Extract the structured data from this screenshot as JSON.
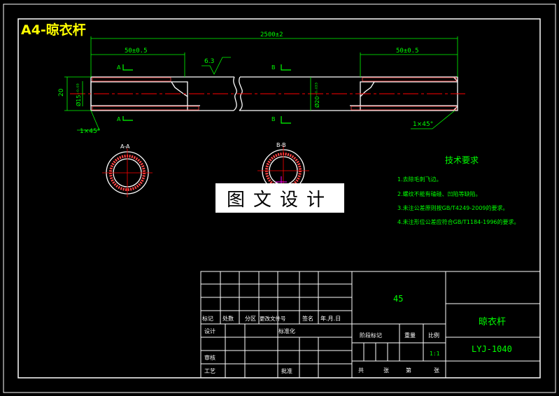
{
  "header": {
    "title": "A4-晾衣杆"
  },
  "dimensions": {
    "overall_length": "2500±2",
    "left_thread_length": "50±0.5",
    "right_thread_length": "50±0.5",
    "roughness": "6.3",
    "left_height": "20",
    "left_diameter": "Ø15⁻⁰·⁰³",
    "middle_diameter": "Ø20⁻⁰·⁰³³",
    "left_chamfer": "1×45°",
    "right_chamfer": "1×45°",
    "section_a_left": "A",
    "section_a_right": "A",
    "section_b_top": "B",
    "section_b_bottom": "B"
  },
  "sections": {
    "section_a_label": "A-A",
    "section_b_label": "B-B"
  },
  "watermark": {
    "text": "图文设计"
  },
  "requirements": {
    "title": "技术要求",
    "items": [
      "1.去除毛刺飞边。",
      "2.螺纹不能有磕碰、凹陷等缺陷。",
      "3.未注公差原则按GB/T4249-2009的要求。",
      "4.未注形位公差应符合GB/T1184-1996的要求。"
    ]
  },
  "title_block": {
    "material": "45",
    "part_name": "晾衣杆",
    "drawing_number": "LYJ-1040",
    "scale": "1:1",
    "labels": {
      "mark": "标记",
      "count": "处数",
      "zone": "分区",
      "change_doc": "更改文件号",
      "signature": "签名",
      "date": "年.月.日",
      "design": "设计",
      "standardization": "标准化",
      "stage_mark": "阶段标记",
      "weight": "重量",
      "scale_label": "比例",
      "review": "审核",
      "process": "工艺",
      "approve": "批准",
      "total": "共",
      "sheets": "张",
      "page": "第",
      "sheet": "张"
    }
  },
  "colors": {
    "background": "#000000",
    "outline": "#ffffff",
    "dimension": "#00ff00",
    "centerline": "#ff0000",
    "hatch": "#ff0000",
    "text_yellow": "#ffff00",
    "cursor": "#ff00ff"
  }
}
